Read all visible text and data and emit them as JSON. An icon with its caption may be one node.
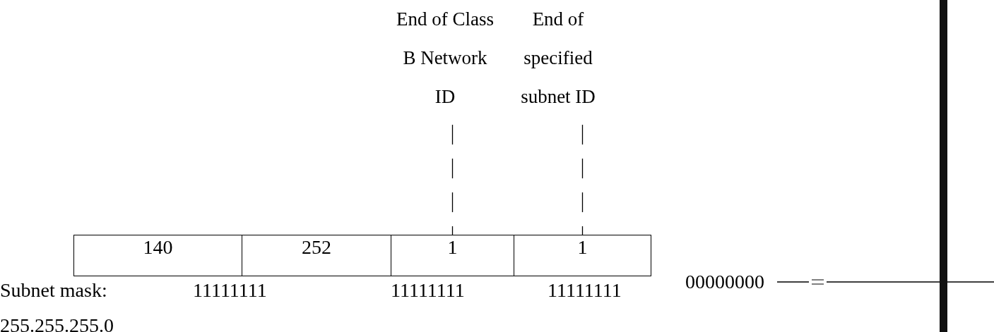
{
  "diagram": {
    "nodes": [
      {
        "text": [
          "End of Class B Network ID"
        ]
      },
      {
        "text": [
          "End of specified subnet ID"
        ]
      },
      {
        "text": [
          "140"
        ]
      },
      {
        "text": [
          "252"
        ]
      },
      {
        "text": [
          "1"
        ]
      },
      {
        "text": [
          "1"
        ]
      }
    ],
    "edges": [
      {
        "from": 0,
        "to": 4,
        "arrow": "none",
        "style": "dashed"
      },
      {
        "from": 1,
        "to": 5,
        "arrow": "none",
        "style": "dashed"
      }
    ],
    "labels": [
      "Subnet mask:",
      "11111111",
      "11111111",
      "11111111",
      "00000000",
      "255.255.255.0"
    ]
  }
}
